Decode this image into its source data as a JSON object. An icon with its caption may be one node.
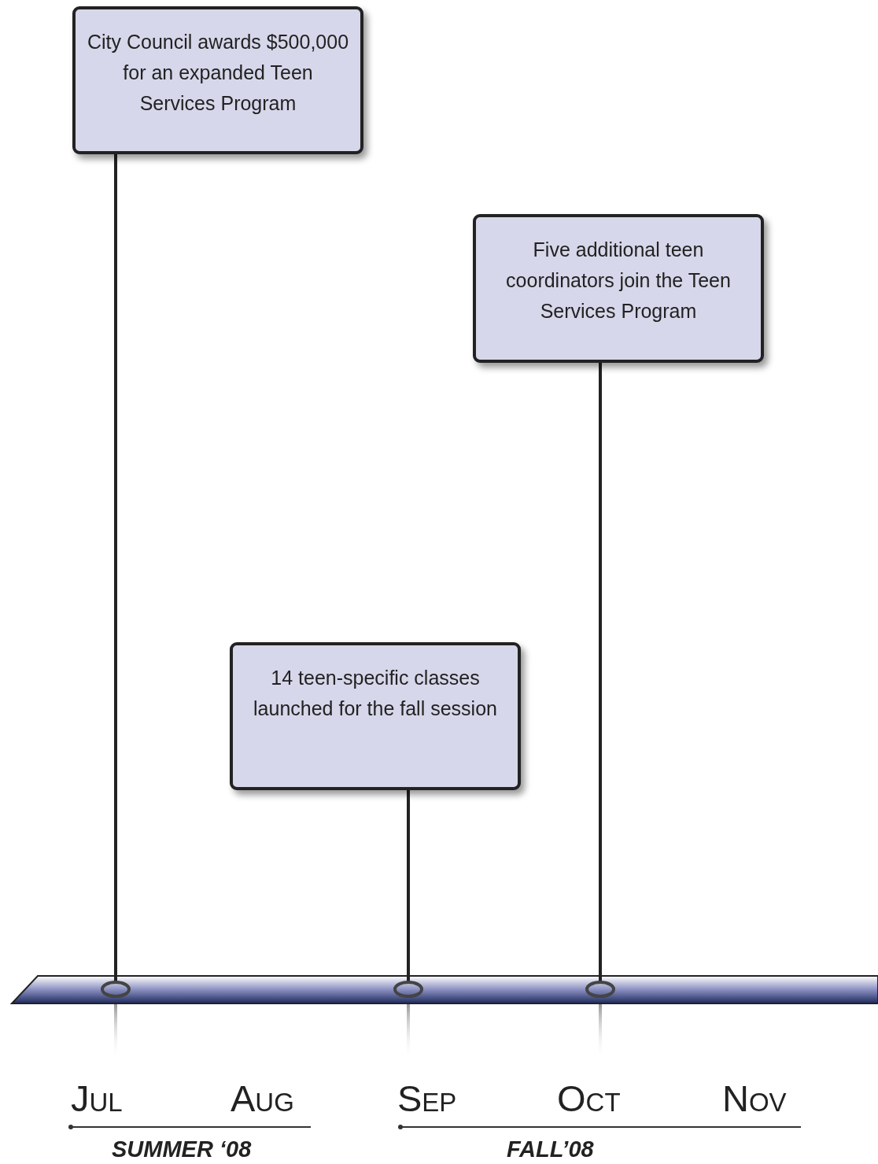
{
  "diagram": {
    "nodes": [
      {
        "text": [
          "City Council awards $500,000 for an expanded Teen Services Program"
        ]
      },
      {
        "text": [
          "Five additional teen coordinators join the Teen Services Program"
        ]
      },
      {
        "text": [
          "14 teen-specific classes launched for the fall session"
        ]
      },
      {
        "text": [],
        "shape": "circle"
      },
      {
        "text": [],
        "shape": "circle"
      },
      {
        "text": [],
        "shape": "circle"
      }
    ],
    "edges": [
      {
        "from": 0,
        "to": 3,
        "arrow": "none"
      },
      {
        "from": 1,
        "to": 5,
        "arrow": "none"
      },
      {
        "from": 2,
        "to": 4,
        "arrow": "none"
      }
    ],
    "labels": [
      "Jul",
      "Aug",
      "Sep",
      "Oct",
      "Nov",
      "SUMMER ‘08",
      "FALL’08"
    ]
  }
}
